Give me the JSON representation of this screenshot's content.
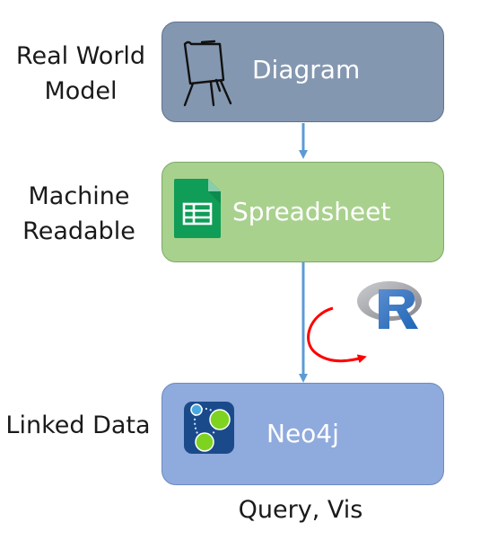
{
  "stages": [
    {
      "label": "Real World\nModel",
      "title": "Diagram",
      "icon": "flipchart-icon"
    },
    {
      "label": "Machine\nReadable",
      "title": "Spreadsheet",
      "icon": "spreadsheet-icon"
    },
    {
      "label": "Linked Data",
      "title": "Neo4j",
      "icon": "neo4j-icon"
    }
  ],
  "footer": "Query, Vis",
  "transform_icon": "r-logo-icon",
  "colors": {
    "diagram_box": "#8497b0",
    "diagram_border": "#5f738f",
    "spreadsheet_box": "#a9d18e",
    "spreadsheet_border": "#7fa867",
    "neo4j_box": "#8faadc",
    "neo4j_border": "#6b8ac2",
    "arrow": "#5b9bd5",
    "loop_arrow": "#ff0000"
  }
}
